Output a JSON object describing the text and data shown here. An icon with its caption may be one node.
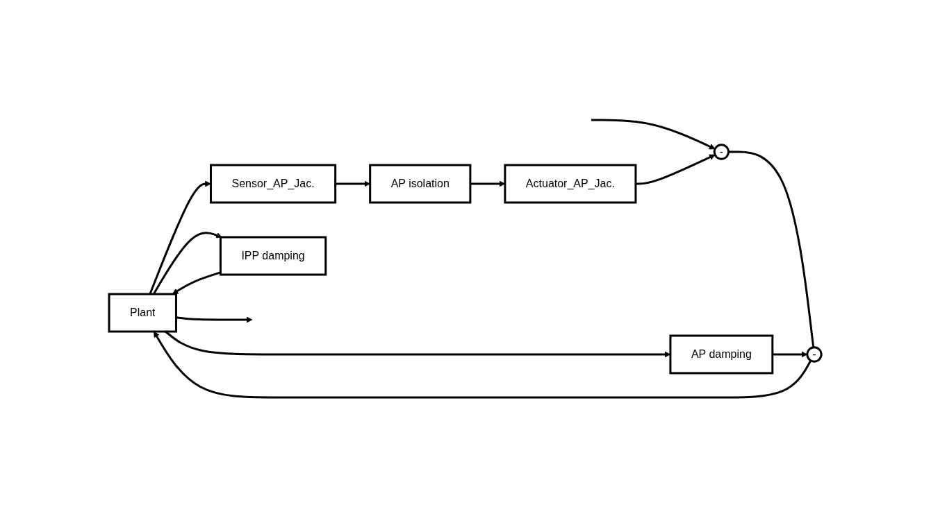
{
  "diagram": {
    "nodes": [
      {
        "text": [
          "Plant"
        ]
      },
      {
        "text": [
          "-"
        ]
      },
      {
        "text": [
          "-"
        ]
      },
      {
        "text": [
          "AP damping"
        ]
      },
      {
        "text": [
          "Actuator_AP_Jac."
        ]
      },
      {
        "text": [
          "Sensor_AP_Jac."
        ]
      },
      {
        "text": [
          "AP isolation"
        ]
      },
      {
        "text": [
          "IPP damping"
        ]
      }
    ],
    "edges": [
      {
        "from": null,
        "to": 1,
        "arrow": "to"
      },
      {
        "from": 1,
        "to": 2,
        "arrow": "none"
      },
      {
        "from": 2,
        "to": 0,
        "arrow": "to"
      },
      {
        "from": 0,
        "to": null,
        "arrow": "to"
      },
      {
        "from": 0,
        "to": 3,
        "arrow": "to"
      },
      {
        "from": 3,
        "to": 2,
        "arrow": "to"
      },
      {
        "from": 0,
        "to": 5,
        "arrow": "to"
      },
      {
        "from": 5,
        "to": 6,
        "arrow": "to"
      },
      {
        "from": 6,
        "to": 4,
        "arrow": "to"
      },
      {
        "from": 4,
        "to": 1,
        "arrow": "to"
      },
      {
        "from": 0,
        "to": 7,
        "arrow": "to"
      },
      {
        "from": 7,
        "to": 0,
        "arrow": "to"
      }
    ]
  }
}
